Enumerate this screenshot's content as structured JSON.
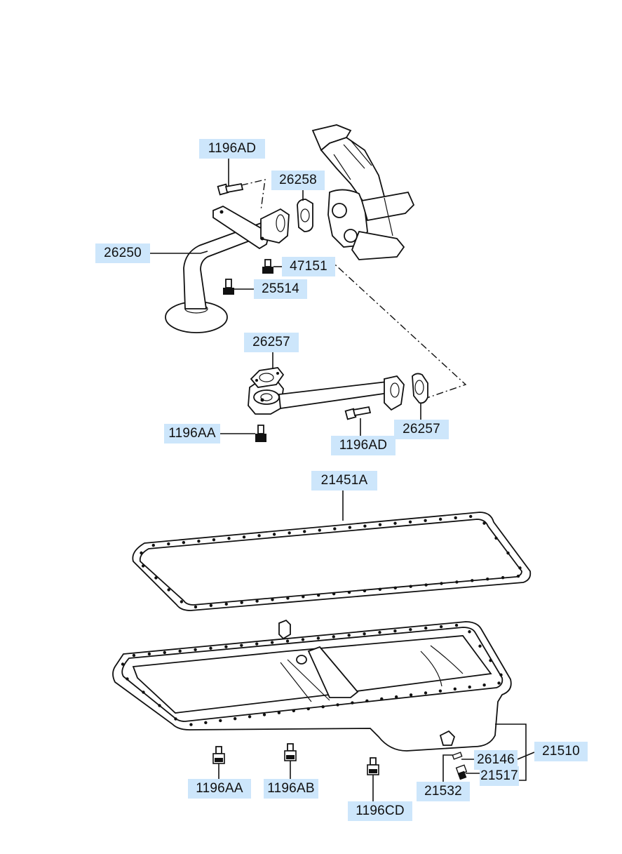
{
  "labels": {
    "l1196AD_top": "1196AD",
    "l26258": "26258",
    "l26250": "26250",
    "l47151": "47151",
    "l25514": "25514",
    "l26257_top": "26257",
    "l1196AA_mid": "1196AA",
    "l1196AD_mid": "1196AD",
    "l26257_right": "26257",
    "l21451A": "21451A",
    "l21510": "21510",
    "l26146": "26146",
    "l21517": "21517",
    "l21532": "21532",
    "l1196AA_bot": "1196AA",
    "l1196AB": "1196AB",
    "l1196CD": "1196CD"
  }
}
